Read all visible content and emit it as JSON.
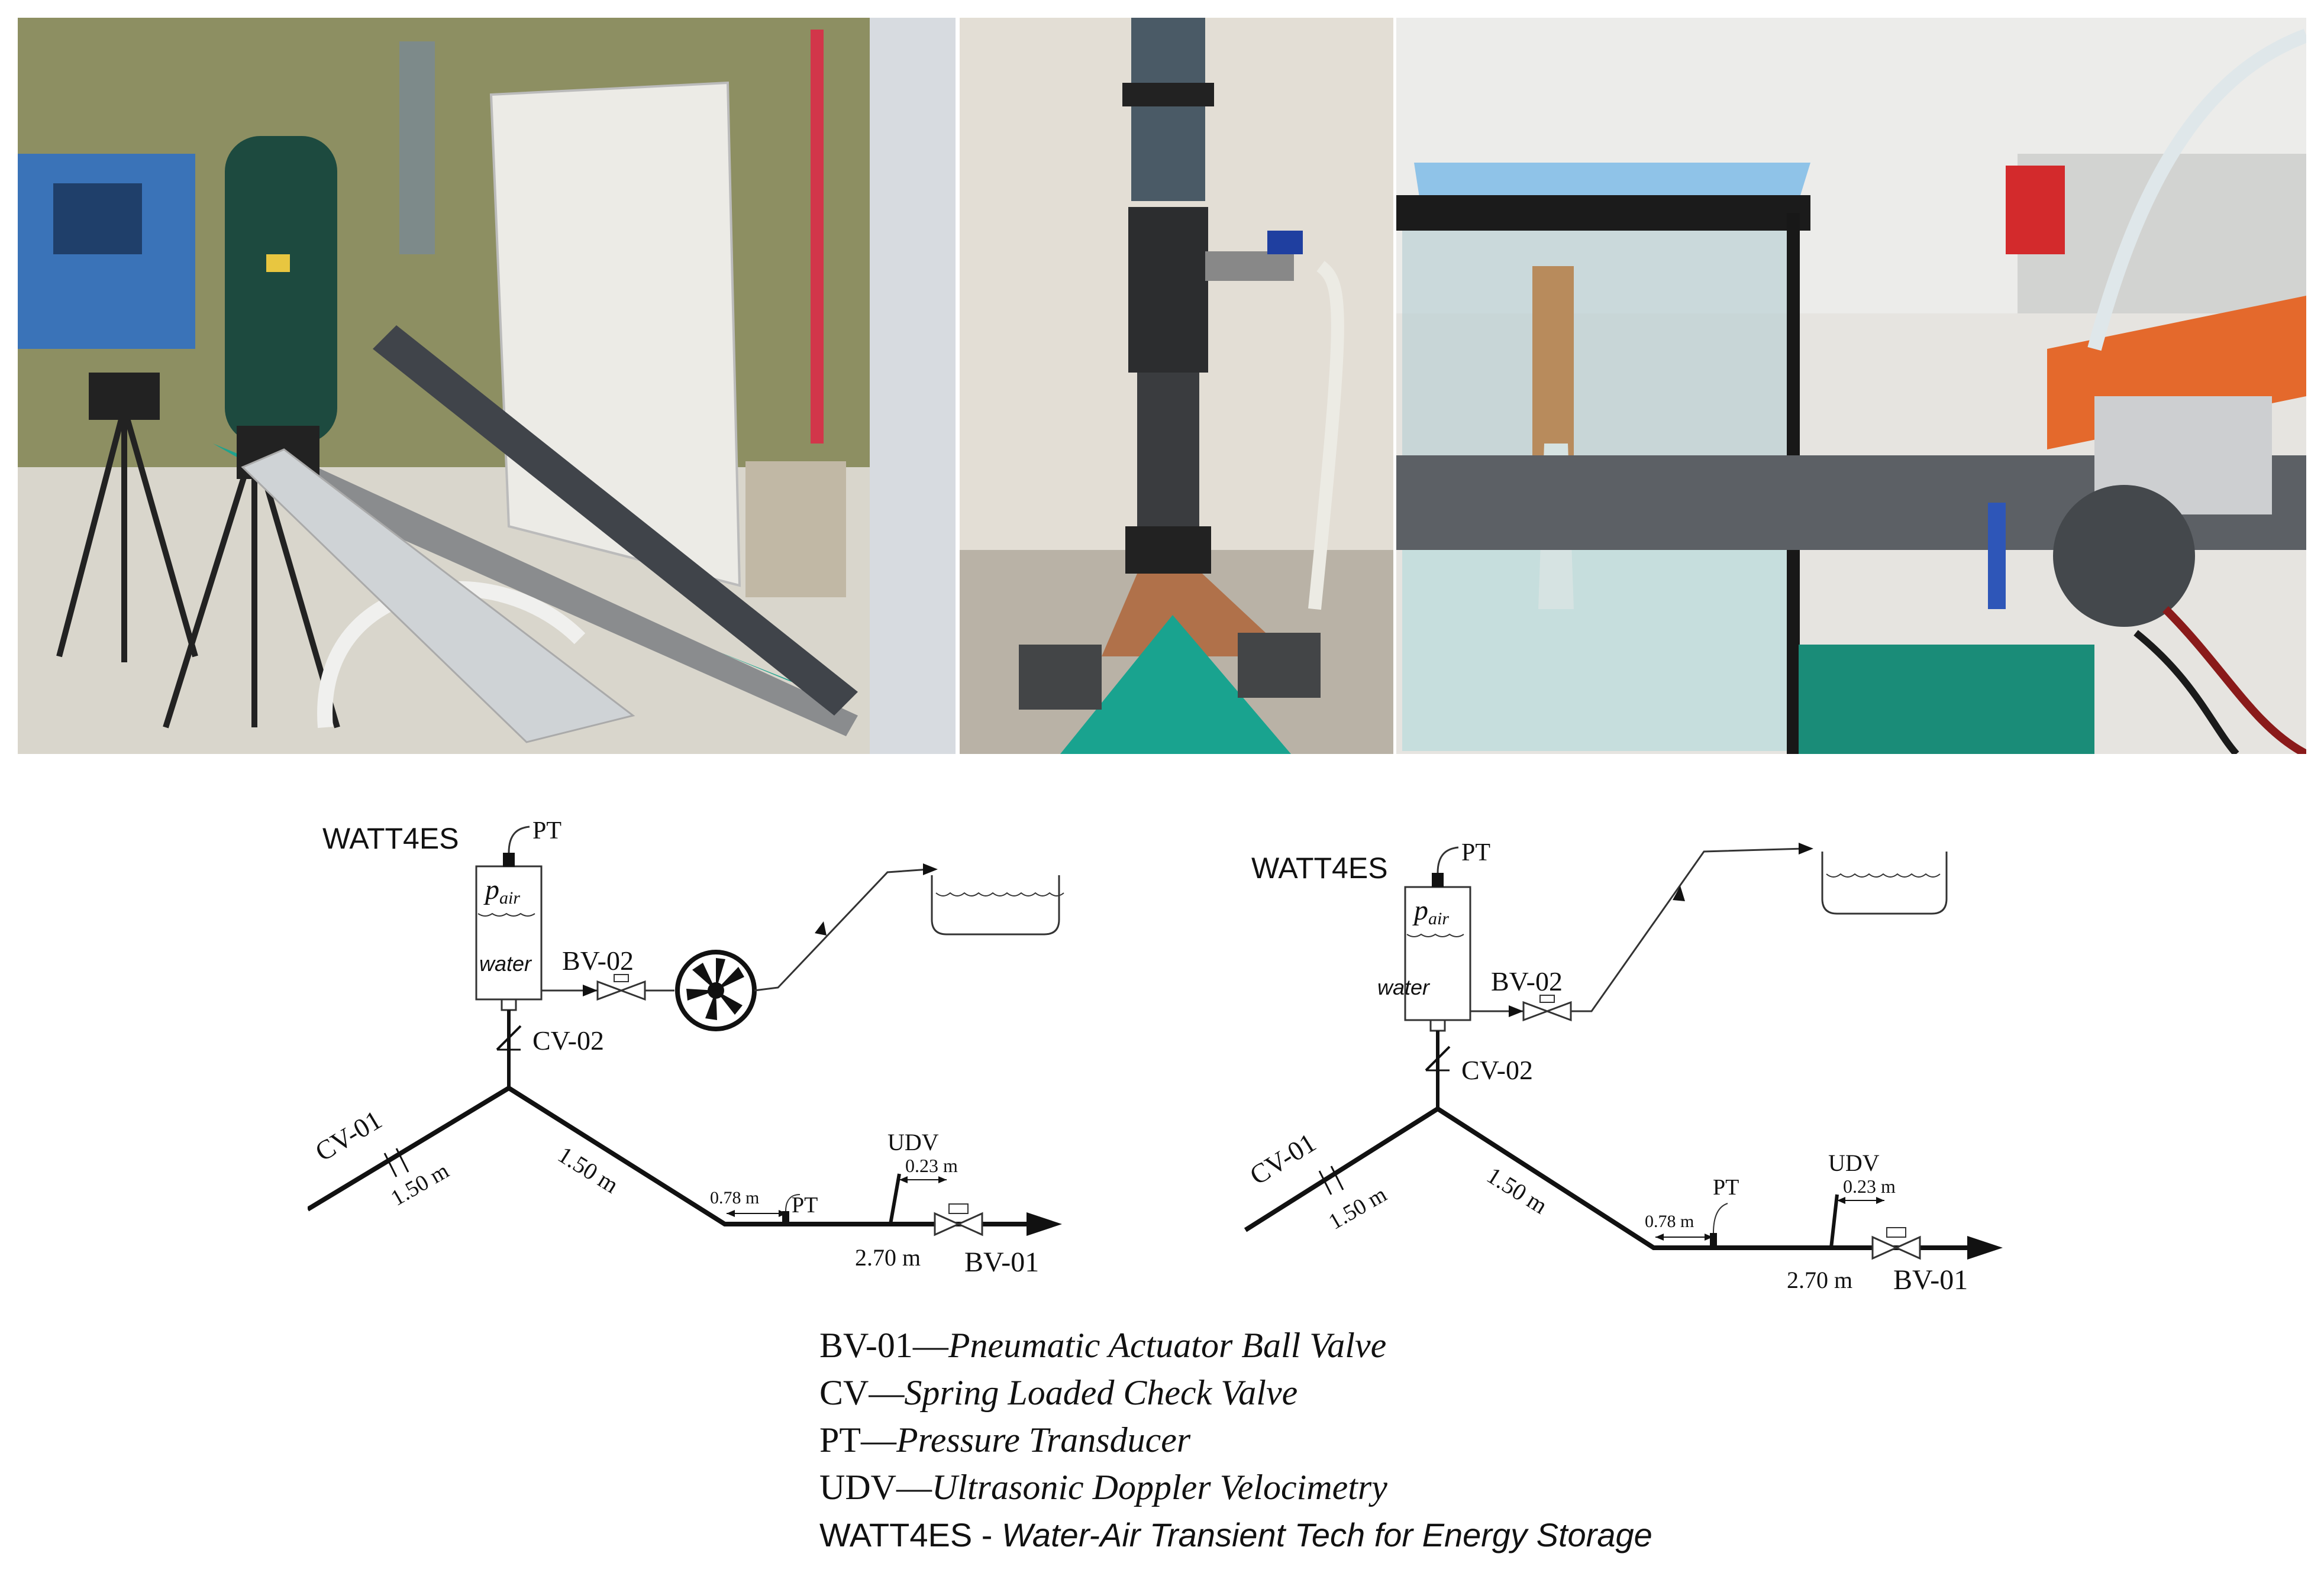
{
  "diagram_left": {
    "title": "WATT4ES",
    "pt_top": "PT",
    "p_air": "p",
    "p_air_sub": "air",
    "water": "water",
    "bv02": "BV-02",
    "cv02": "CV-02",
    "cv01": "CV-01",
    "len_a": "1.50 m",
    "len_b": "1.50 m",
    "len_c": "0.78 m",
    "pt_bottom": "PT",
    "udv": "UDV",
    "len_d": "0.23 m",
    "len_e": "2.70 m",
    "bv01": "BV-01"
  },
  "diagram_right": {
    "title": "WATT4ES",
    "pt_top": "PT",
    "p_air": "p",
    "p_air_sub": "air",
    "water": "water",
    "bv02": "BV-02",
    "cv02": "CV-02",
    "cv01": "CV-01",
    "len_a": "1.50 m",
    "len_b": "1.50 m",
    "len_c": "0.78 m",
    "pt_bottom": "PT",
    "udv": "UDV",
    "len_d": "0.23 m",
    "len_e": "2.70 m",
    "bv01": "BV-01"
  },
  "legend": [
    {
      "code": "BV-01—",
      "desc": "Pneumatic Actuator Ball Valve"
    },
    {
      "code": "CV—",
      "desc": "Spring Loaded Check Valve"
    },
    {
      "code": "PT—",
      "desc": "Pressure Transducer"
    },
    {
      "code": "UDV—",
      "desc": "Ultrasonic Doppler Velocimetry"
    },
    {
      "code": "WATT4ES - ",
      "desc": "Water-Air Transient Tech for Energy Storage"
    }
  ]
}
